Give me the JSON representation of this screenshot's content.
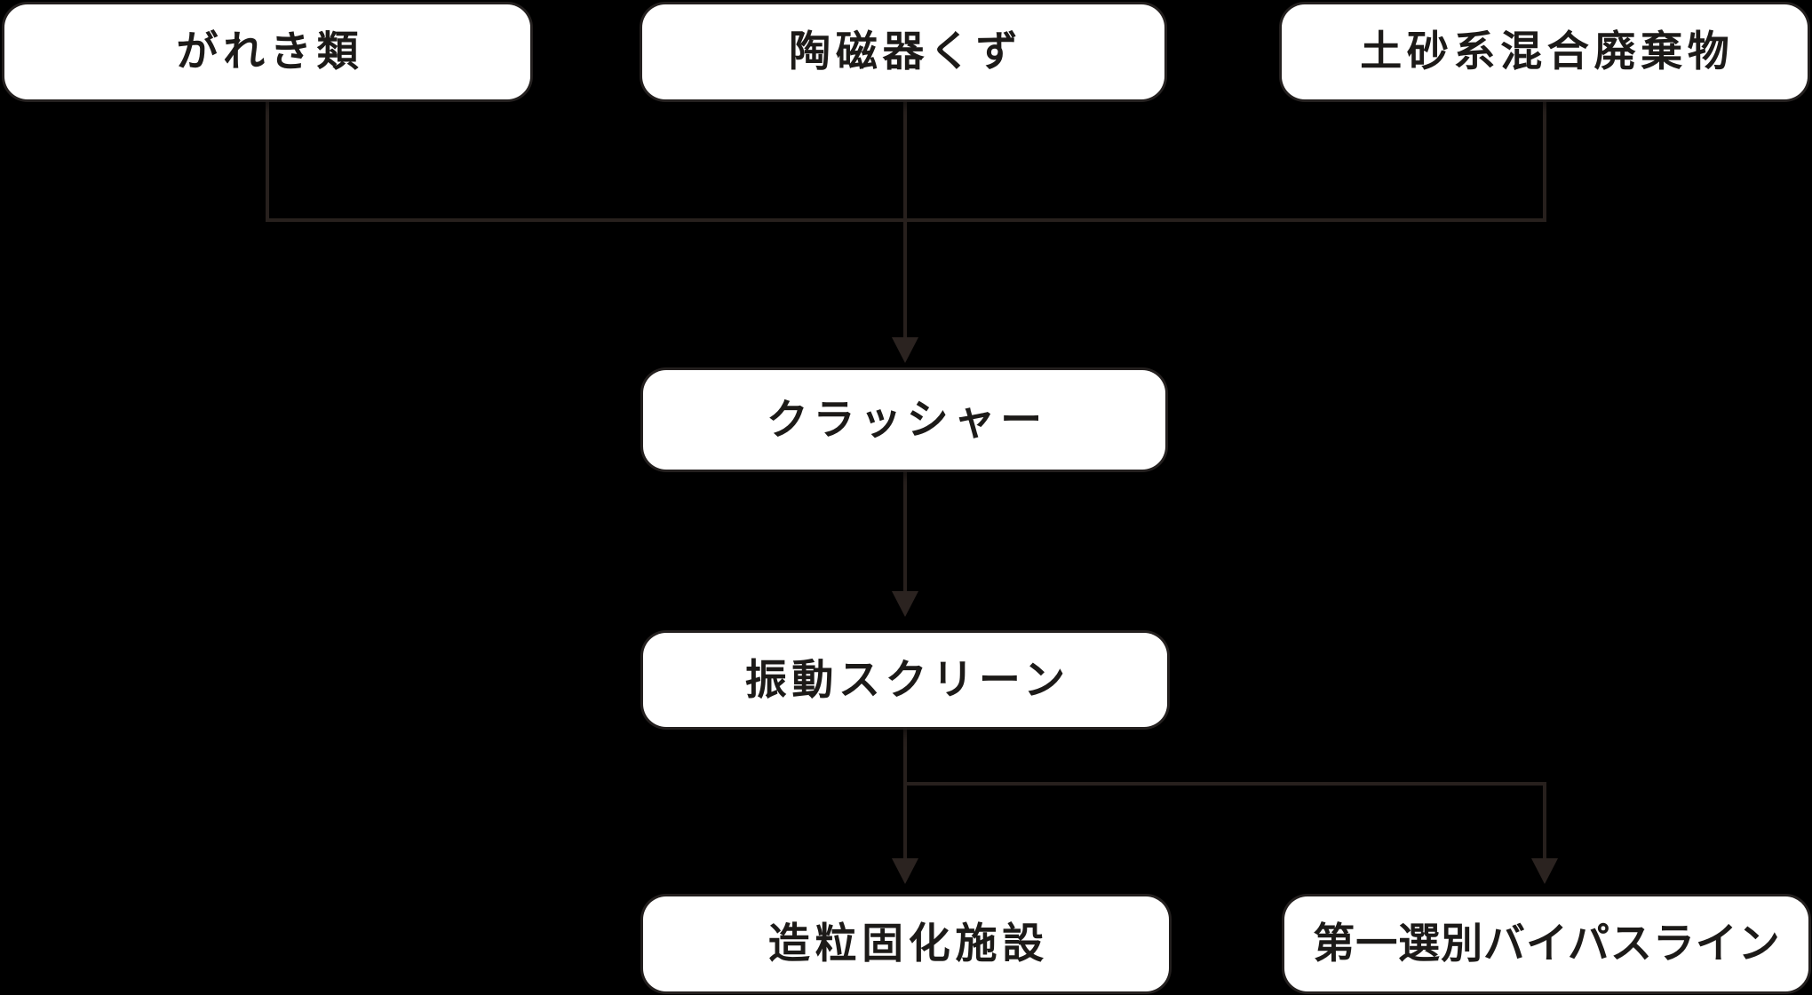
{
  "diagram": {
    "title": "waste-processing-flow",
    "background_color": "#000000",
    "node_fill_color": "#ffffff",
    "node_text_color": "#1c1a18",
    "connector_color": "#27201d",
    "nodes": [
      {
        "id": "debris",
        "label": "がれき類"
      },
      {
        "id": "ceramic",
        "label": "陶磁器くず"
      },
      {
        "id": "soil",
        "label": "土砂系混合廃棄物"
      },
      {
        "id": "crusher",
        "label": "クラッシャー"
      },
      {
        "id": "screen",
        "label": "振動スクリーン"
      },
      {
        "id": "granulation",
        "label": "造粒固化施設"
      },
      {
        "id": "bypass",
        "label": "第一選別バイパスライン"
      }
    ],
    "edges": [
      {
        "from": "debris",
        "to": "crusher"
      },
      {
        "from": "ceramic",
        "to": "crusher"
      },
      {
        "from": "soil",
        "to": "crusher"
      },
      {
        "from": "crusher",
        "to": "screen"
      },
      {
        "from": "screen",
        "to": "granulation"
      },
      {
        "from": "screen",
        "to": "bypass"
      }
    ]
  }
}
